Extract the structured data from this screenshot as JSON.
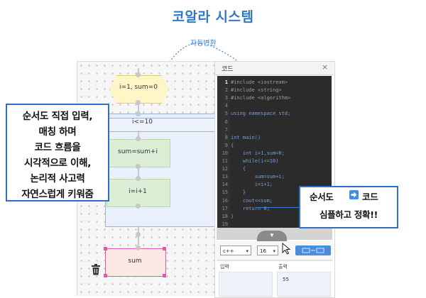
{
  "header": {
    "title": "코알라 시스템",
    "auto_convert_label": "자동변환"
  },
  "flowchart": {
    "init_block": "i=1, sum=0",
    "loop_condition": "i<=10",
    "process_blocks": [
      "sum=sum+i",
      "i=i+1"
    ],
    "output_block": "sum",
    "icons": {
      "delete": "trash-icon",
      "connector": "connector-dot-icon"
    }
  },
  "code_panel": {
    "title": "코드",
    "close_label": "×",
    "lines": [
      {
        "no": "1",
        "text": "#include <iostream>"
      },
      {
        "no": "2",
        "text": "#include <string>"
      },
      {
        "no": "3",
        "text": "#include <algorithm>"
      },
      {
        "no": "4",
        "text": ""
      },
      {
        "no": "5",
        "text": "using namespace std;"
      },
      {
        "no": "6",
        "text": ""
      },
      {
        "no": "7",
        "text": ""
      },
      {
        "no": "8",
        "text": "int main()"
      },
      {
        "no": "9",
        "text": "{"
      },
      {
        "no": "10",
        "text": "    int i=1,sum=0;"
      },
      {
        "no": "11",
        "text": "    while(i<=10)"
      },
      {
        "no": "12",
        "text": "    {"
      },
      {
        "no": "13",
        "text": "        sum=sum+i;"
      },
      {
        "no": "14",
        "text": "        i=i+1;"
      },
      {
        "no": "15",
        "text": "    }"
      },
      {
        "no": "16",
        "text": "    cout<<sum;"
      },
      {
        "no": "17",
        "text": "    return 0;"
      },
      {
        "no": "18",
        "text": "}"
      },
      {
        "no": "19",
        "text": ""
      }
    ],
    "language": "c++",
    "font_size": "16",
    "input_label": "입력",
    "output_label": "출력",
    "output_value": "55",
    "splitter_icon": "chevron-down-icon",
    "run_icon": "run-icon"
  },
  "callouts": {
    "left": [
      "순서도 직접 입력,",
      "매칭 하며",
      "코드 흐름을",
      "시각적으로 이해,",
      "논리적 사고력",
      "자연스럽게 키워줌"
    ],
    "right_line1_before": "순서도",
    "right_line1_after": "코드",
    "right_line2": "심플하고 정확!!",
    "arrow_icon": "right-arrow-icon"
  },
  "colors": {
    "accent": "#2f78c8",
    "callout_border": "#2f6fc6",
    "editor_bg": "#2b2b2b",
    "init_block": "#fff6c8",
    "process_block": "#dcefd6",
    "loop_block": "#eaf0fb",
    "output_block": "#fde8e4",
    "selected_border": "#de5aa8"
  }
}
